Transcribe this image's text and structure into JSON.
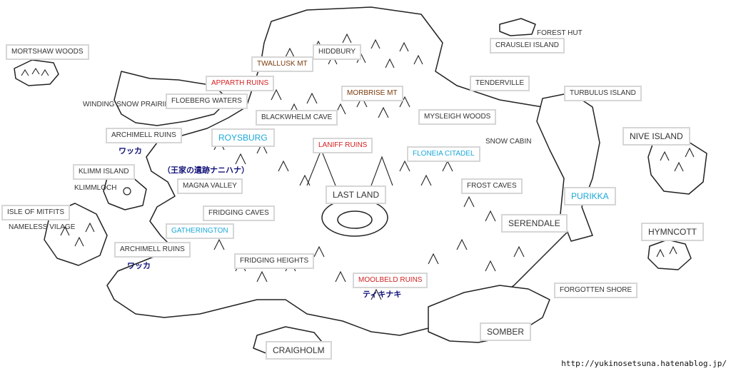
{
  "labels": {
    "mortshaw_woods": "MORTSHAW WOODS",
    "winding_snow_prairie": "WINDING SNOW PRAIRIE",
    "floeberg_waters": "FLOEBERG WATERS",
    "apparth_ruins": "APPARTH RUINS",
    "twallusk_mt": "TWALLUSK MT",
    "hiddbury": "HIDDBURY",
    "morbrise_mt": "MORBRISE MT",
    "blackwhelm_cave": "BLACKWHELM CAVE",
    "archimell_ruins_north": "ARCHIMELL RUINS",
    "roysburg": "ROYSBURG",
    "laniff_ruins": "LANIFF RUINS",
    "mysleigh_woods": "MYSLEIGH WOODS",
    "snow_cabin": "SNOW CABIN",
    "floneia_citadel": "FLONEIA CITADEL",
    "forest_hut": "FOREST HUT",
    "crauslei_island": "CRAUSLEI ISLAND",
    "tenderville": "TENDERVILLE",
    "turbulus_island": "TURBULUS ISLAND",
    "nive_island": "NIVE ISLAND",
    "klimm_island": "KLIMM ISLAND",
    "klimmloch": "KLIMMLOCH",
    "magna_valley": "MAGNA VALLEY",
    "last_land": "LAST LAND",
    "frost_caves": "FROST CAVES",
    "purikka": "PURIKKA",
    "isle_of_mitfits": "ISLE OF MITFITS",
    "nameless_vilage": "NAMELESS VILAGE",
    "fridging_caves": "FRIDGING CAVES",
    "gatherington": "GATHERINGTON",
    "serendale": "SERENDALE",
    "hymncott": "HYMNCOTT",
    "archimell_ruins_south": "ARCHIMELL RUINS",
    "fridging_heights": "FRIDGING HEIGHTS",
    "moolbeld_ruins": "MOOLBELD RUINS",
    "forgotten_shore": "FORGOTTEN SHORE",
    "somber": "SOMBER",
    "craigholm": "CRAIGHOLM"
  },
  "notes": {
    "ruins_of_royal_family": "（王家の遺跡ナニハナ）",
    "wakka_north": "ワッカ",
    "wakka_south": "ワッカ",
    "tikinaki": "ティキナキ"
  },
  "credit_url": "http://yukinosetsuna.hatenablog.jp/",
  "colors": {
    "red_label": "#d42020",
    "brown_label": "#7a3a0a",
    "cyan_label": "#1aa8d8",
    "note_text": "#12127a"
  }
}
